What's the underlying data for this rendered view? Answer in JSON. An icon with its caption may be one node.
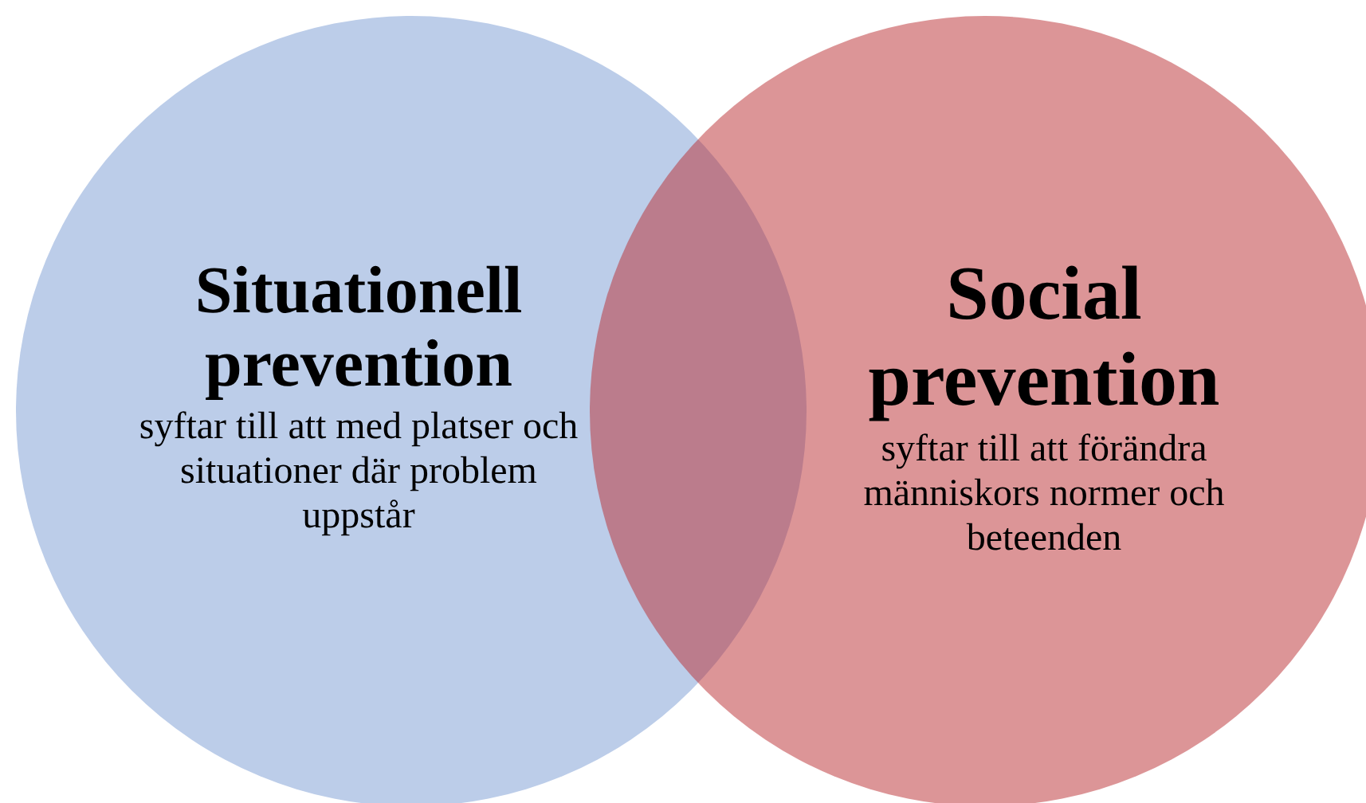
{
  "diagram": {
    "nodes": [
      {
        "text": [
          "Situationell prevention",
          "syftar till att med platser och situationer där problem uppstår"
        ]
      },
      {
        "text": [
          "Social prevention",
          "syftar till att förändra människors normer och beteenden"
        ]
      }
    ]
  }
}
